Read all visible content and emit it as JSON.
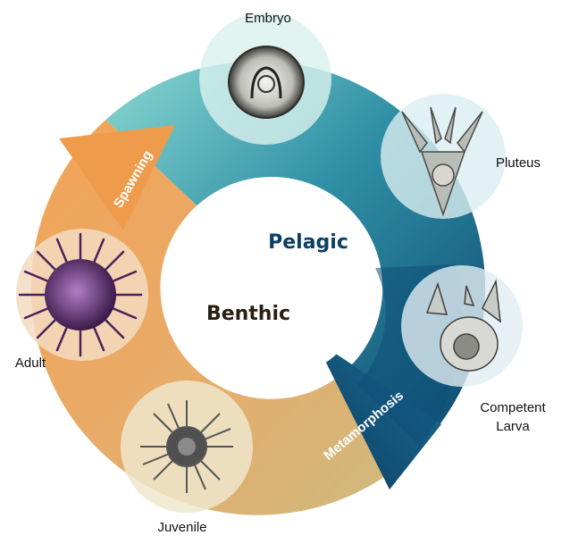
{
  "stages": {
    "embryo": "Embryo",
    "pluteus": "Pluteus",
    "competent_1": "Competent",
    "competent_2": "Larva",
    "juvenile": "Juvenile",
    "adult": "Adult"
  },
  "transitions": {
    "spawning": "Spawning",
    "metamorphosis": "Metamorphosis"
  },
  "zones": {
    "pelagic": "Pelagic",
    "benthic": "Benthic"
  },
  "colors": {
    "pelagic_light": "#7fd3cd",
    "pelagic_dark": "#0c4a6e",
    "benthic_light": "#c9b57a",
    "benthic_orange": "#ef9b4c",
    "pelagic_text": "#0b3f66",
    "benthic_text": "#2a1e10"
  }
}
